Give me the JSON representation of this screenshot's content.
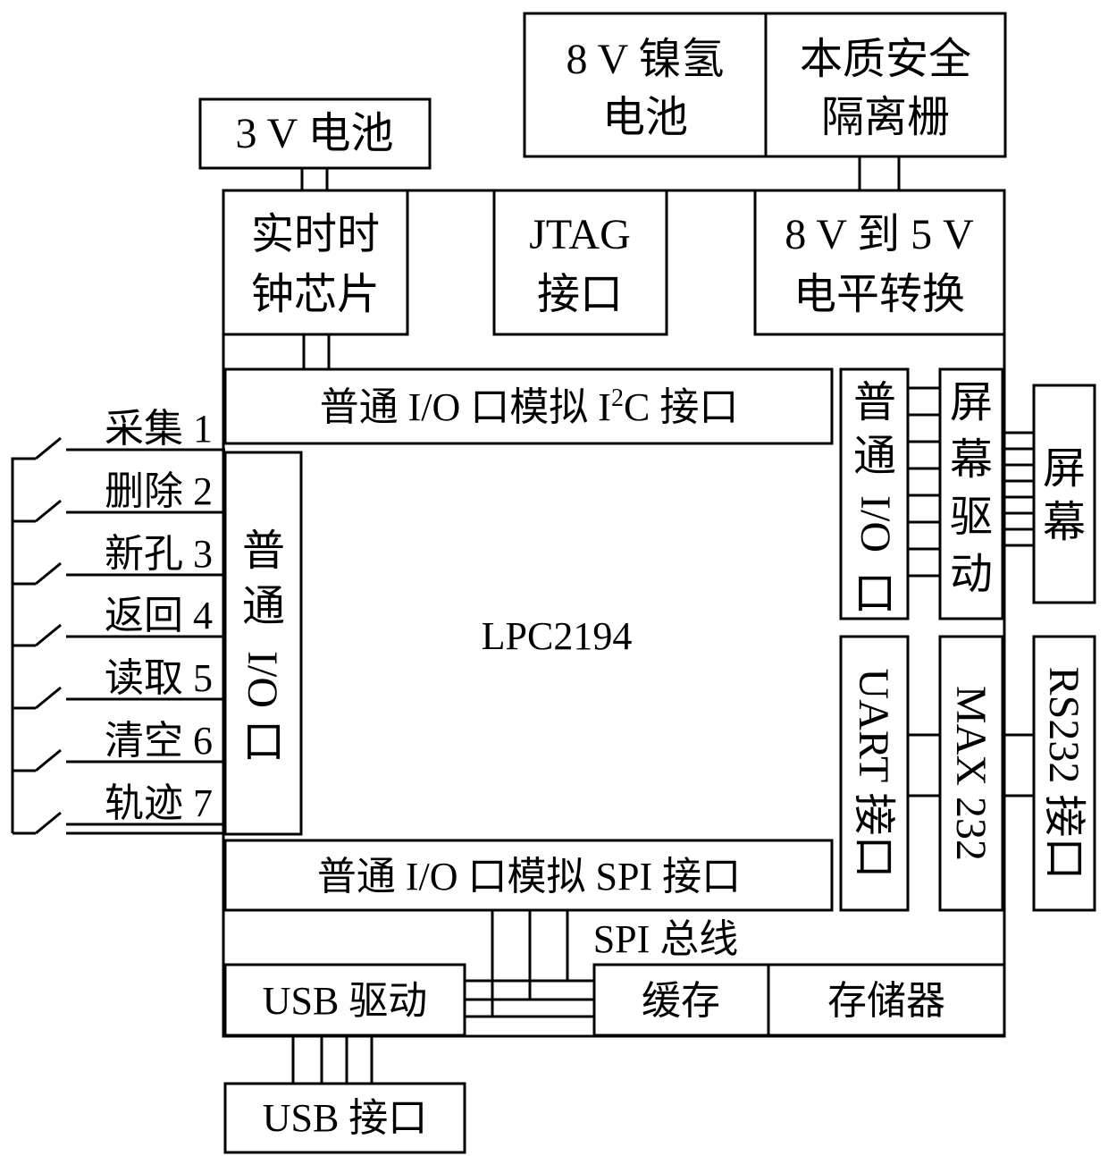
{
  "diagram": {
    "battery_8v": [
      "8 V 镍氢",
      "电池"
    ],
    "isolation_barrier": [
      "本质安全",
      "隔离栅"
    ],
    "battery_3v": "3 V 电池",
    "rtc_chip": [
      "实时时",
      "钟芯片"
    ],
    "jtag": [
      "JTAG",
      "接口"
    ],
    "level_shift": [
      "8 V 到 5 V",
      "电平转换"
    ],
    "i2c_port_prefix": "普通 I/O 口模拟 I",
    "i2c_sup": "2",
    "i2c_port_suffix": "C 接口",
    "mcu": "LPC2194",
    "left_gpio": [
      "普",
      "通",
      "I/O",
      "口"
    ],
    "right_gpio": [
      "普",
      "通",
      "I/O",
      "口"
    ],
    "screen_driver": [
      "屏",
      "幕",
      "驱",
      "动"
    ],
    "screen": [
      "屏",
      "幕"
    ],
    "uart": "UART 接口",
    "max232": "MAX 232",
    "rs232": "RS232 接口",
    "spi_port": "普通 I/O 口模拟 SPI 接口",
    "spi_bus": "SPI 总线",
    "usb_driver": "USB 驱动",
    "cache": "缓存",
    "storage": "存储器",
    "usb_port": "USB 接口",
    "buttons": [
      "采集 1",
      "删除 2",
      "新孔 3",
      "返回 4",
      "读取 5",
      "清空 6",
      "轨迹 7"
    ]
  }
}
